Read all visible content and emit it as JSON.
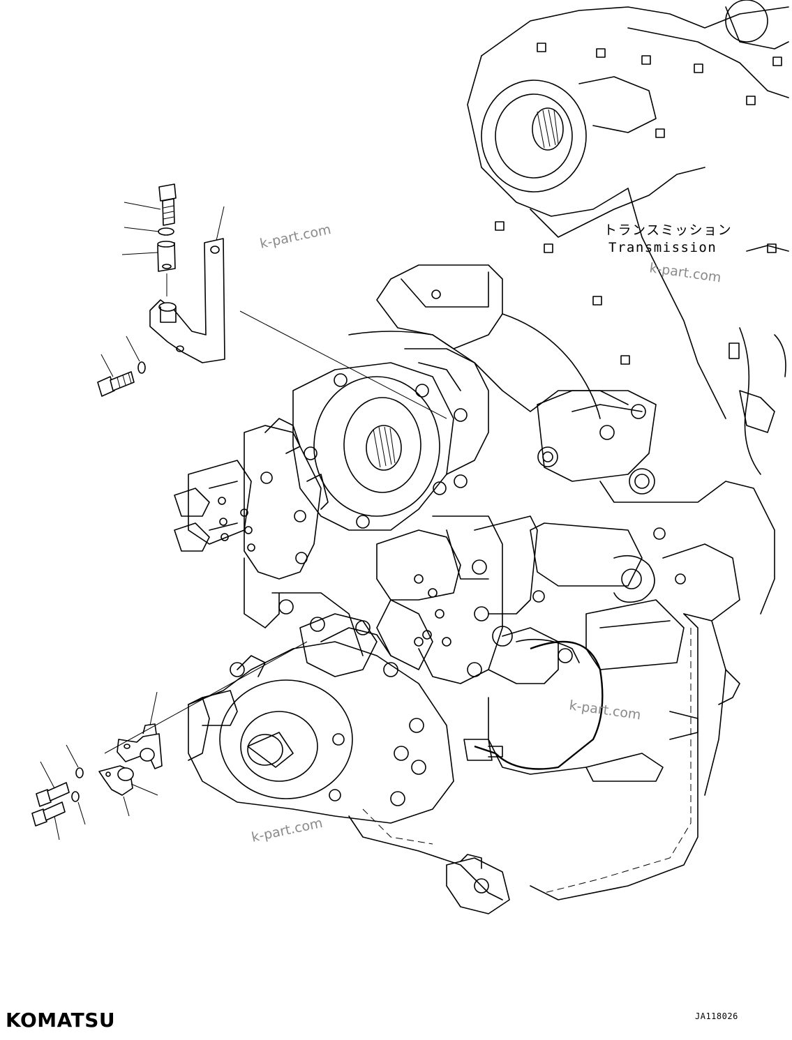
{
  "labels": {
    "transmission_jp": "トランスミッション",
    "transmission_en": "Transmission"
  },
  "watermarks": [
    "k-part.com",
    "k-part.com",
    "k-part.com",
    "k-part.com"
  ],
  "footer": {
    "brand": "KOMATSU",
    "drawing_code": "JA118026"
  }
}
